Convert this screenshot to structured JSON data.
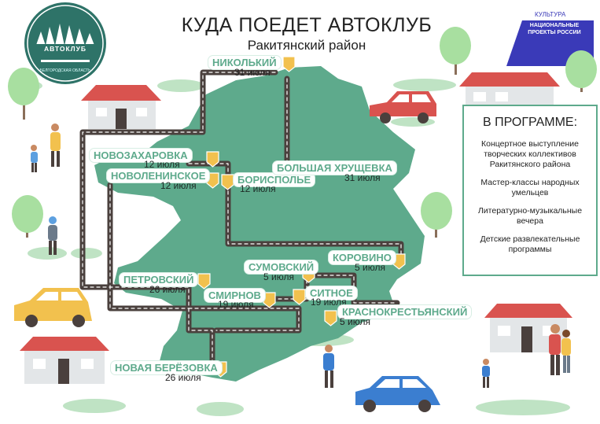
{
  "title": "КУДА ПОЕДЕТ АВТОКЛУБ",
  "subtitle": "Ракитянский район",
  "logo": {
    "text": "АВТОКЛУБ",
    "subtext": "БЕЛГОРОДСКАЯ ОБЛАСТЬ"
  },
  "national_projects": {
    "top": "КУЛЬТУРА",
    "text": "НАЦИОНАЛЬНЫЕ ПРОЕКТЫ РОССИИ"
  },
  "program": {
    "heading": "В ПРОГРАММЕ:",
    "items": [
      "Концертное выступление творческих коллективов Ракитянского района",
      "Мастер-классы народных умельцев",
      "Литературно-музыкальные вечера",
      "Детские развлекательные программы"
    ]
  },
  "stops": [
    {
      "name": "НИКОЛЬКИЙ",
      "date": "31 июля"
    },
    {
      "name": "НОВОЗАХАРОВКА",
      "date": "12 июля"
    },
    {
      "name": "НОВОЛЕНИНСКОЕ",
      "date": "12 июля"
    },
    {
      "name": "БОРИСПОЛЬЕ",
      "date": "12 июля"
    },
    {
      "name": "БОЛЬШАЯ ХРУЩЕВКА",
      "date": "31 июля"
    },
    {
      "name": "КОРОВИНО",
      "date": "5 июля"
    },
    {
      "name": "СУМОВСКИЙ",
      "date": "5 июля"
    },
    {
      "name": "ПЕТРОВСКИЙ",
      "date": "26 июля"
    },
    {
      "name": "СМИРНОВ",
      "date": "19 июля"
    },
    {
      "name": "СИТНОЕ",
      "date": "19 июля"
    },
    {
      "name": "КРАСНОКРЕСТЬЯНСКИЙ",
      "date": "5 июля"
    },
    {
      "name": "НОВАЯ БЕРЁЗОВКА",
      "date": "26 июля"
    }
  ],
  "colors": {
    "region": "#5eaa8c",
    "road": "#4a403d",
    "pin": "#f2c14e",
    "accent": "#3a3ab8",
    "house_roof": "#d9534f",
    "car_red": "#d9534f",
    "car_yellow": "#f2c14e",
    "car_blue": "#3b7ed0"
  }
}
